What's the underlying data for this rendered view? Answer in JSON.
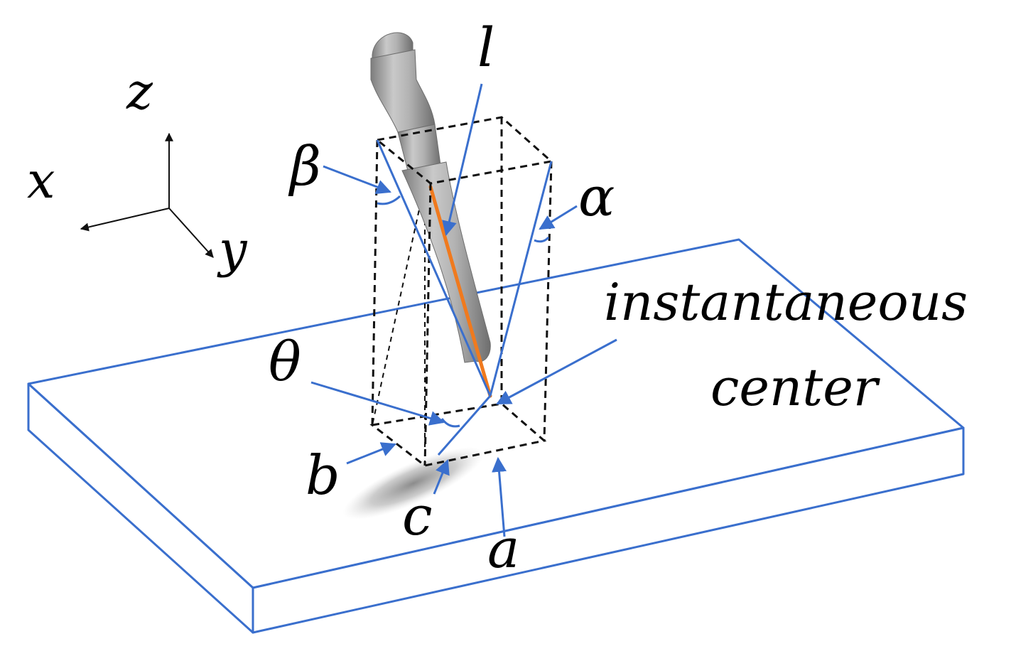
{
  "axes": {
    "x": "x",
    "y": "y",
    "z": "z"
  },
  "labels": {
    "l": "l",
    "beta": "β",
    "alpha": "α",
    "theta": "θ",
    "instantaneous": "instantaneous",
    "center": "center",
    "a": "a",
    "b": "b",
    "c": "c"
  },
  "colors": {
    "plate": "#3a6fcd",
    "leader": "#3a6fcd",
    "box": "#111111",
    "tool_body": "#a3a3a3",
    "tool_axis": "#f07a1e"
  }
}
